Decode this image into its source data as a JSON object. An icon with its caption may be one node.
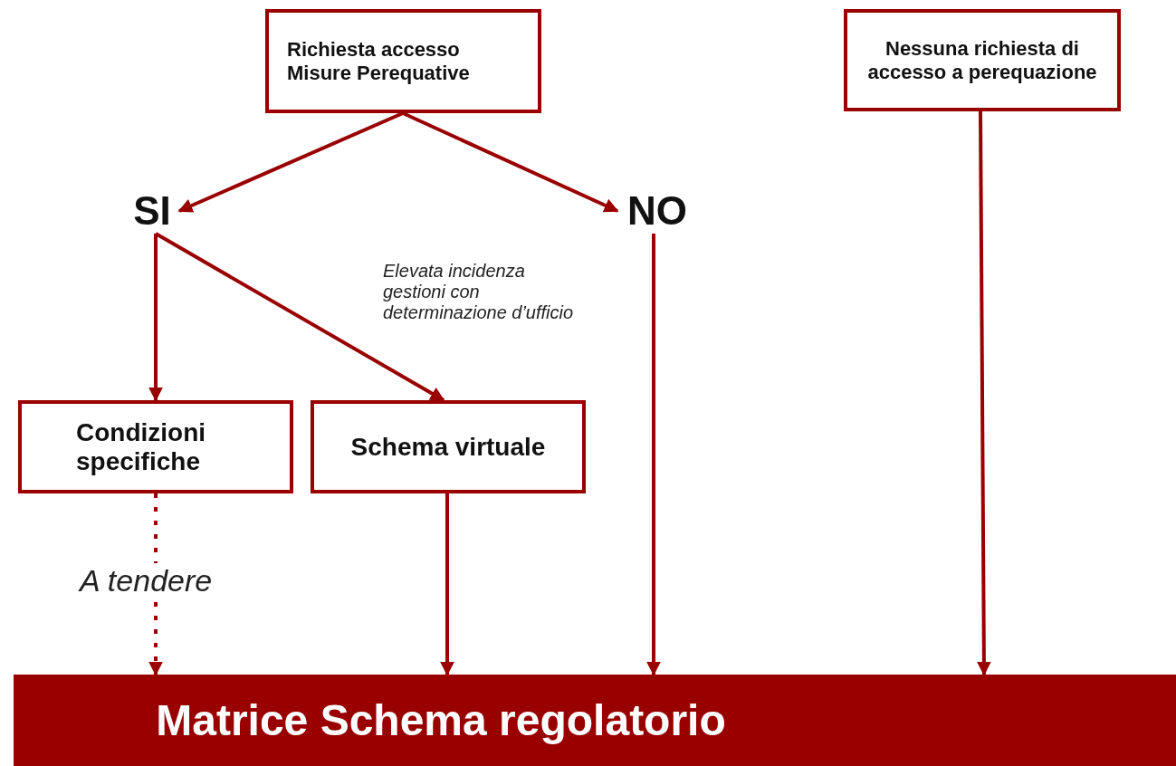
{
  "diagram": {
    "nodes": [
      {
        "text": [
          "Richiesta accesso Misure Perequative"
        ]
      },
      {
        "text": [
          "Nessuna richiesta di accesso a perequazione"
        ]
      },
      {
        "text": [
          "SI"
        ]
      },
      {
        "text": [
          "NO"
        ]
      },
      {
        "text": [
          "Condizioni specifiche"
        ]
      },
      {
        "text": [
          "Schema virtuale"
        ]
      },
      {
        "text": [
          "Matrice Schema regolatorio"
        ]
      }
    ],
    "edges": [
      {
        "from": 0,
        "to": 2,
        "arrow": "to"
      },
      {
        "from": 0,
        "to": 3,
        "arrow": "to"
      },
      {
        "from": 2,
        "to": 4,
        "arrow": "to"
      },
      {
        "from": 2,
        "to": 5,
        "arrow": "to",
        "label": "Elevata incidenza gestioni con determinazione d’ufficio"
      },
      {
        "from": 4,
        "to": 6,
        "arrow": "to",
        "style": "dashed",
        "label": "A tendere"
      },
      {
        "from": 5,
        "to": 6,
        "arrow": "to"
      },
      {
        "from": 3,
        "to": 6,
        "arrow": "to"
      },
      {
        "from": 1,
        "to": 6,
        "arrow": "to"
      }
    ]
  }
}
